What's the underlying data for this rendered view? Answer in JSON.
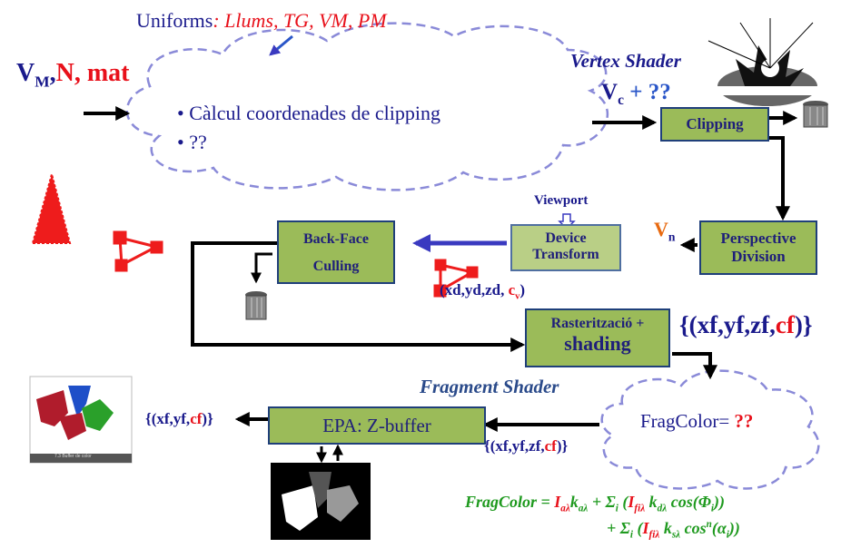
{
  "uniforms": {
    "prefix": "Uniforms",
    "list": ": Llums, TG, VM, PM"
  },
  "vertex_shader": {
    "label": "Vertex Shader"
  },
  "input": {
    "vm": "V",
    "vm_sub": "M",
    "rest_sep": ",",
    "n": "N",
    "mat": ", mat"
  },
  "cloud1": {
    "bullet1": "• Càlcul coordenades de clipping",
    "bullet2": "• ??"
  },
  "vc": {
    "v": "V",
    "sub": "c",
    "rest": " + ??"
  },
  "boxes": {
    "clipping": "Clipping",
    "perspective1": "Perspective",
    "perspective2": "Division",
    "device1": "Device",
    "device2": "Transform",
    "viewport": "Viewport",
    "backface1": "Back-Face",
    "backface2": "Culling",
    "raster1": "Rasterització +",
    "raster2": "shading",
    "epa": "EPA:  Z-buffer"
  },
  "vn": {
    "v": "V",
    "sub": "n"
  },
  "device_out": {
    "open": "(xd,yd,zd, ",
    "cv": "c",
    "cv_sub": "v",
    "close": ")"
  },
  "raster_out": {
    "open": "{(xf,yf,zf,",
    "cf": "cf",
    "close": ")}"
  },
  "fragment_shader": {
    "label": "Fragment   Shader"
  },
  "cloud2": {
    "text": "FragColor= ",
    "q": "??"
  },
  "epa_in": {
    "open": "{(xf,yf,zf,",
    "cf": "cf",
    "close": ")}"
  },
  "epa_out": {
    "open": "{(xf,yf,",
    "cf": "cf",
    "close": ")}"
  },
  "color_buffer_caption": "7.3 Buffer de color",
  "formula": {
    "line1_a": "FragColor = ",
    "line1_b": "I",
    "line1_b_sub": "aλ",
    "line1_c": "k",
    "line1_c_sub": "aλ",
    "line1_d": " + Σ",
    "line1_d_sub": "i",
    "line1_e": " (",
    "line1_f": "I",
    "line1_f_sub": "fiλ",
    "line1_g": " k",
    "line1_g_sub": "dλ",
    "line1_h": " cos(Φ",
    "line1_h_sub": "i",
    "line1_i": "))",
    "line2_a": "+ Σ",
    "line2_a_sub": "i",
    "line2_b": " (",
    "line2_c": "I",
    "line2_c_sub": "fiλ",
    "line2_d": " k",
    "line2_d_sub": "sλ",
    "line2_e": " cos",
    "line2_e_sup": "n",
    "line2_f": "(α",
    "line2_f_sub": "i",
    "line2_g": "))"
  },
  "colors": {
    "box_fill": "#9bbb59",
    "box_border": "#1f3f7a",
    "navy": "#1a1a8c",
    "red": "#e8101a",
    "cloud": "#8a8ad8"
  }
}
